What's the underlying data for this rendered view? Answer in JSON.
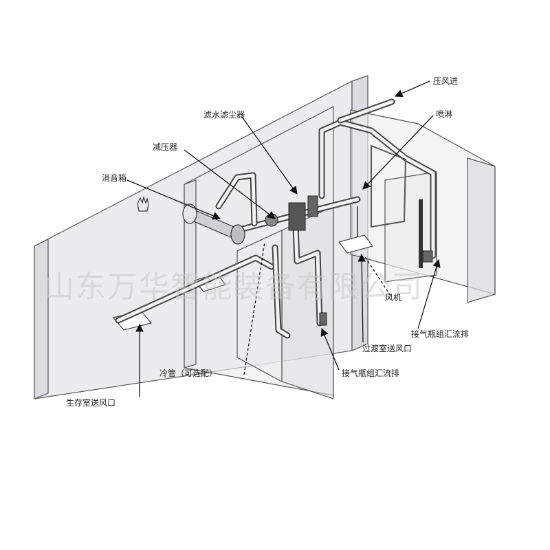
{
  "labels": {
    "inlet": "压风进",
    "filter": "滤水滤尘器",
    "spray": "喷淋",
    "reducer": "减压器",
    "silencer": "消音箱",
    "fan": "风机",
    "gas_drain_right": "接气瓶组汇流排",
    "transition_outlet": "过渡室送风口",
    "cold_pipe": "冷管（可选配）",
    "gas_drain_center": "接气瓶组汇流排",
    "survival_outlet": "生存室送风口"
  },
  "watermark": "山东万华智能装备有限公司"
}
